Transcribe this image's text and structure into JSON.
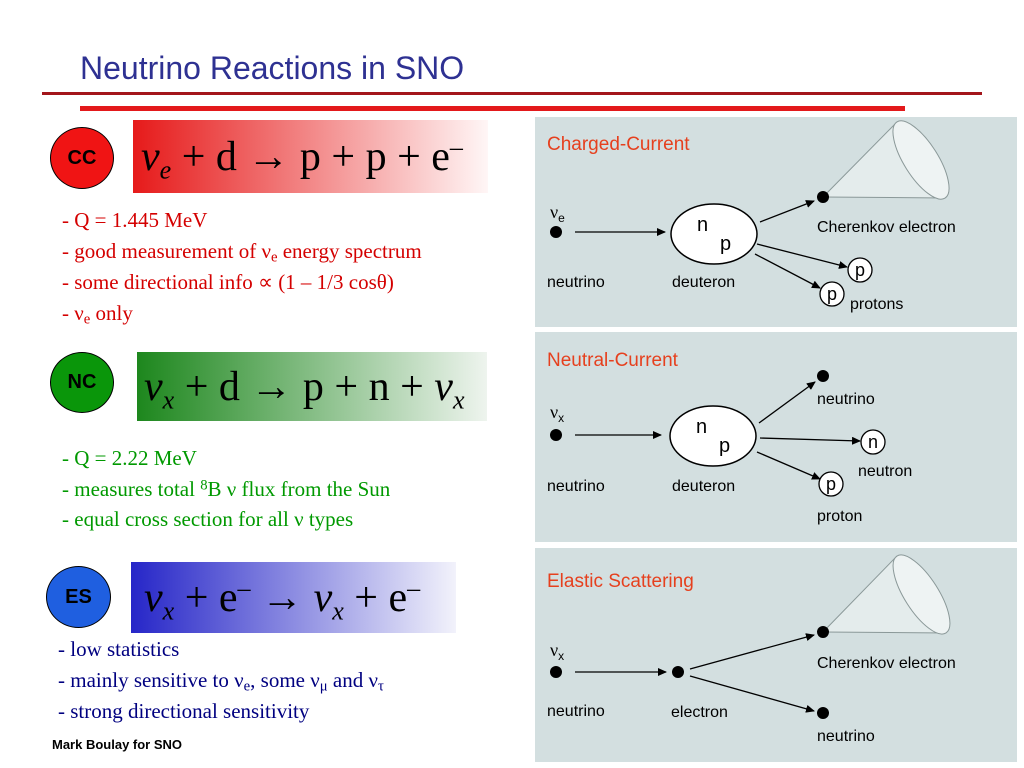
{
  "slide": {
    "title": "Neutrino Reactions in SNO",
    "footer": "Mark Boulay for SNO"
  },
  "colors": {
    "title": "#2e3192",
    "rule_dark": "#a3151b",
    "rule_bright": "#e3191b",
    "cc_fill": "#f01414",
    "nc_fill": "#0a960a",
    "es_fill": "#1f5fe0",
    "cc_grad_start": "#e61a1a",
    "cc_grad_end": "#fff6f6",
    "nc_grad_start": "#1d871d",
    "nc_grad_end": "#eef4ee",
    "es_grad_start": "#2626c8",
    "es_grad_end": "#f2f2fb",
    "cc_text": "#d40000",
    "nc_text": "#009900",
    "es_text": "#000080",
    "diagram_bg": "#d3dfe0",
    "diagram_title": "#e6401e"
  },
  "reactions": {
    "cc": {
      "badge": "CC",
      "equation": {
        "nu": "ν",
        "nu_sub": "e",
        "body": " + d → p + p + e",
        "tail_sup": "–"
      },
      "notes": {
        "q": "- Q = 1.445 MeV",
        "spectrum": {
          "pre": "- good measurement of ν",
          "sub": "e",
          "post": " energy spectrum"
        },
        "directional": "- some directional info ∝ (1 – 1/3 cosθ)",
        "only": {
          "pre": "- ν",
          "sub": "e",
          "post": " only"
        }
      }
    },
    "nc": {
      "badge": "NC",
      "equation": {
        "nu": "ν",
        "nu_sub": "x",
        "body": " + d → p + n + ",
        "nu2": "ν",
        "nu2_sub": "x"
      },
      "notes": {
        "q": "- Q = 2.22 MeV",
        "flux": {
          "pre": "- measures total ",
          "sup": "8",
          "post": "B ν flux from the Sun"
        },
        "cross_section": "- equal cross section for all ν types"
      }
    },
    "es": {
      "badge": "ES",
      "equation": {
        "nu": "ν",
        "nu_sub": "x",
        "mid": " + e",
        "mid_sup": "–",
        "arrow": " → ",
        "nu2": "ν",
        "nu2_sub": "x",
        "end": " + e",
        "end_sup": "–"
      },
      "notes": {
        "stats": "- low statistics",
        "sensitive": {
          "pre": "- mainly sensitive to ν",
          "sub1": "e",
          "mid1": ", some ν",
          "sub2": "μ",
          "mid2": " and ν",
          "sub3": "τ"
        },
        "directional": "- strong directional sensitivity"
      }
    }
  },
  "diagrams": {
    "cc": {
      "title": "Charged-Current",
      "incoming_symbol": "ν",
      "incoming_sub": "e",
      "incoming_label": "neutrino",
      "target_n": "n",
      "target_p": "p",
      "target_label": "deuteron",
      "electron_label": "Cherenkov electron",
      "proton_1": "p",
      "proton_2": "p",
      "protons_label": "protons"
    },
    "nc": {
      "title": "Neutral-Current",
      "incoming_symbol": "ν",
      "incoming_sub": "x",
      "incoming_label": "neutrino",
      "target_n": "n",
      "target_p": "p",
      "target_label": "deuteron",
      "outgoing_neutrino_label": "neutrino",
      "neutron": "n",
      "neutron_label": "neutron",
      "proton": "p",
      "proton_label": "proton"
    },
    "es": {
      "title": "Elastic Scattering",
      "incoming_symbol": "ν",
      "incoming_sub": "x",
      "incoming_label": "neutrino",
      "electron_label": "electron",
      "cherenkov_label": "Cherenkov electron",
      "outgoing_neutrino_label": "neutrino"
    }
  }
}
